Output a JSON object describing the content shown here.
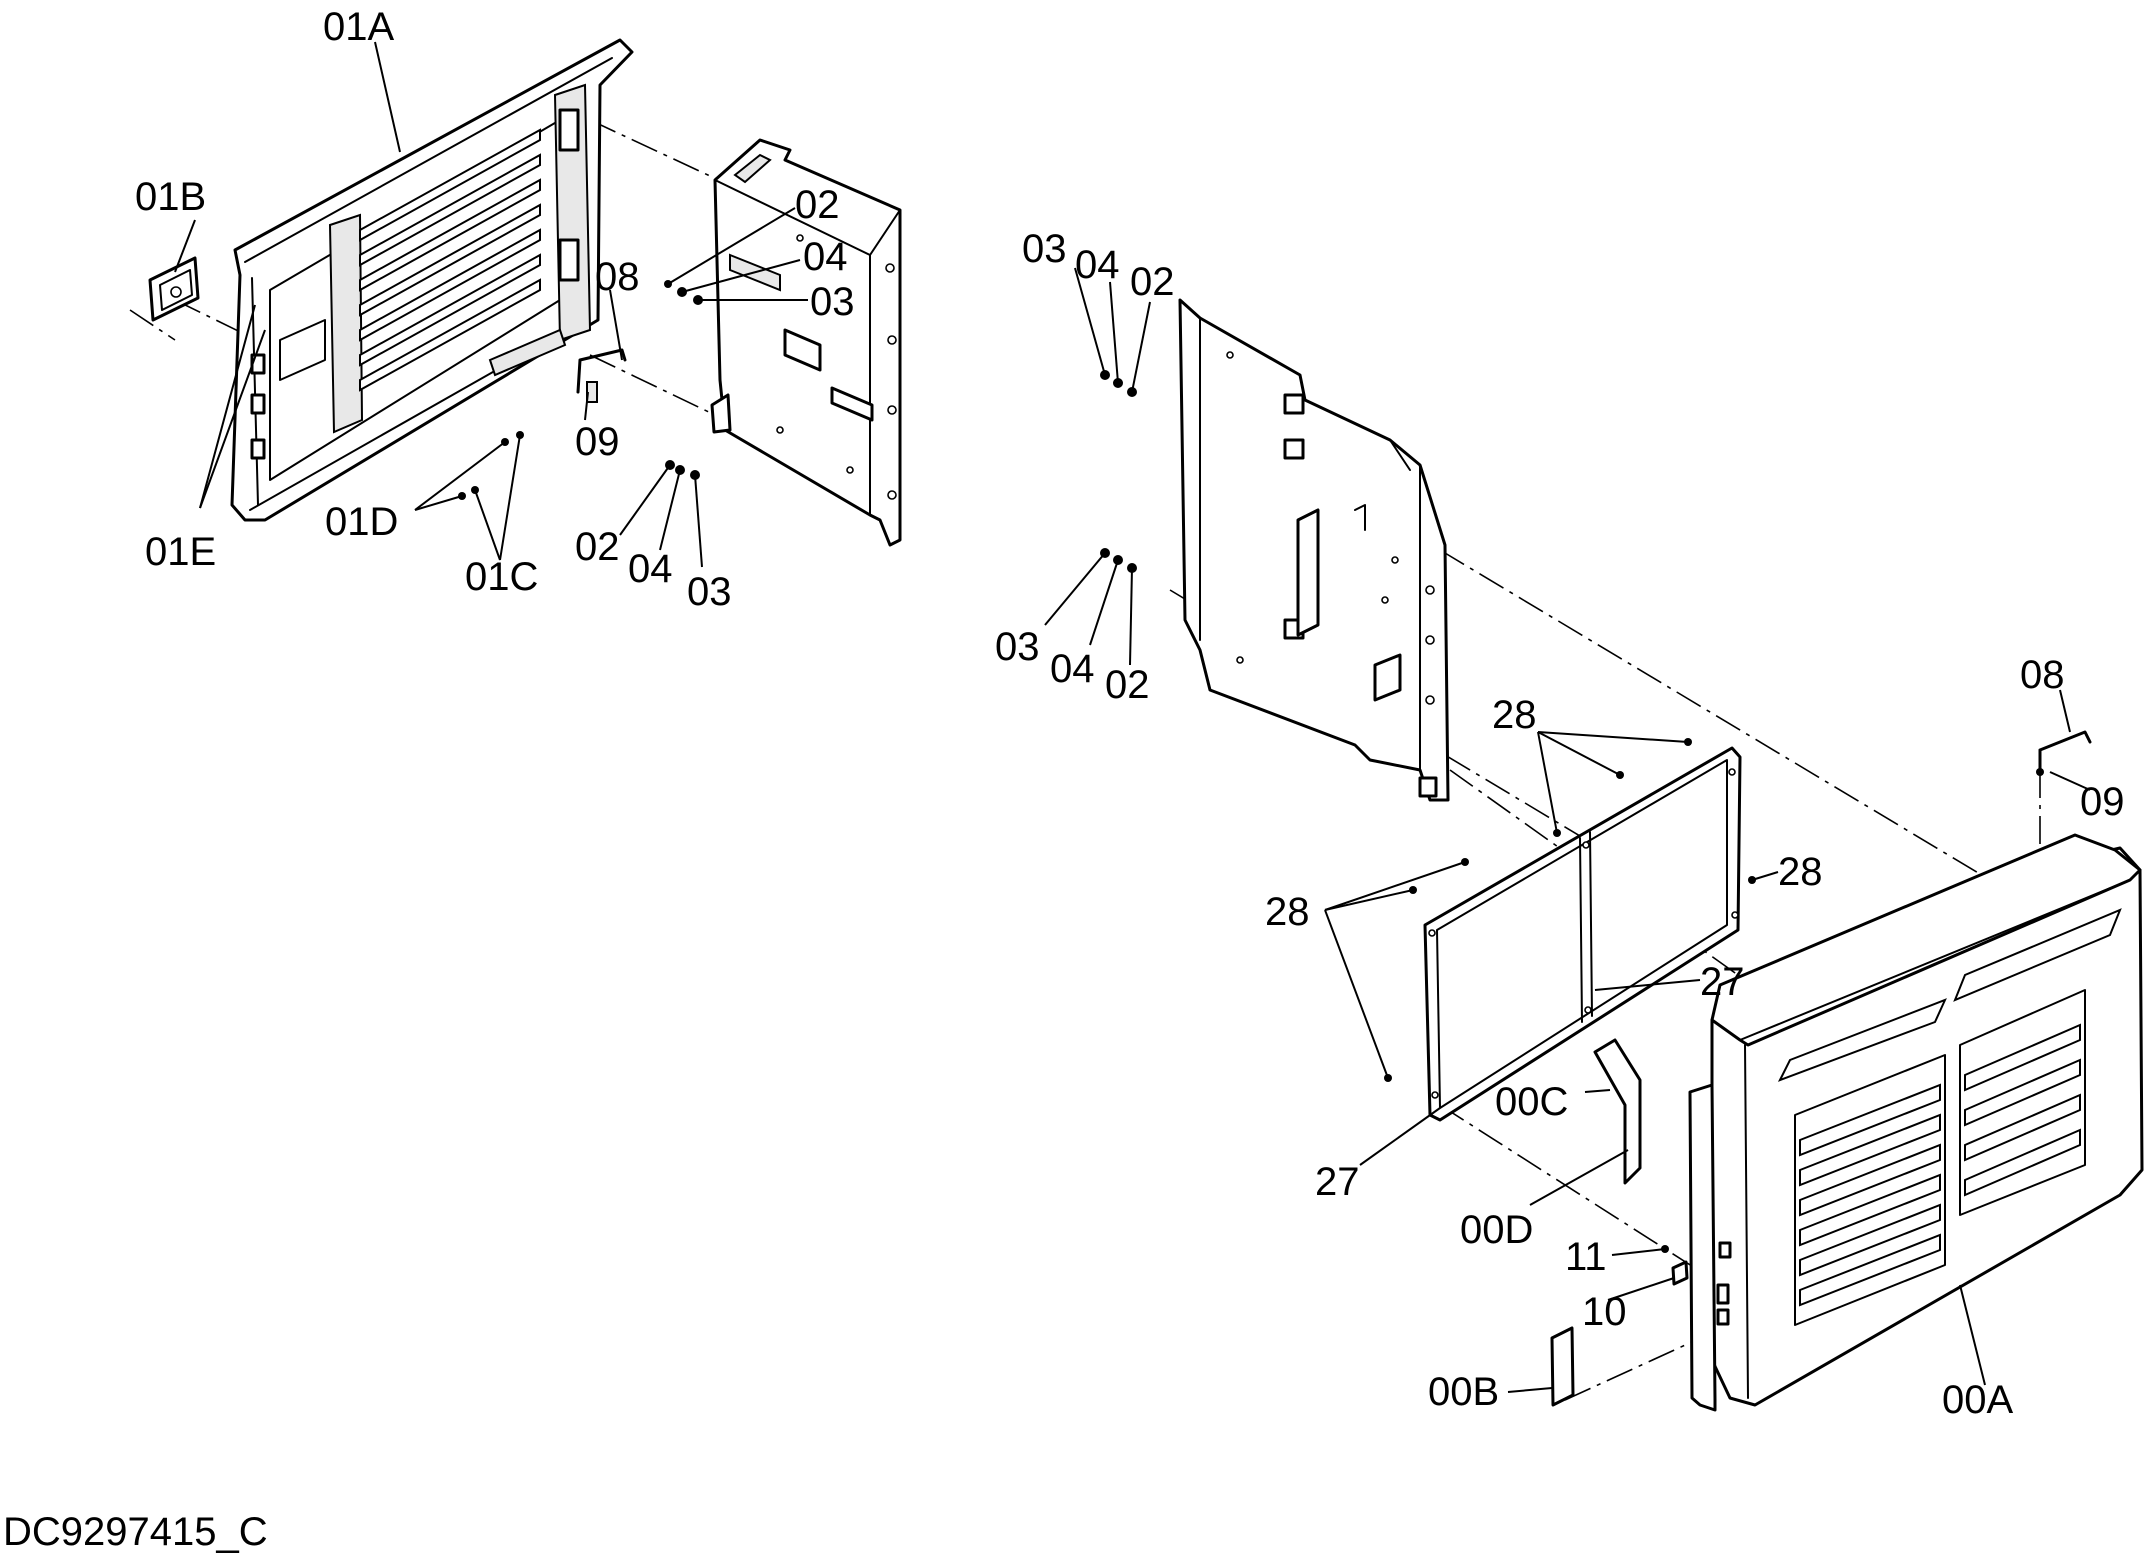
{
  "document_id": "DC9297415_C",
  "callouts": {
    "p01A": "01A",
    "p01B": "01B",
    "p01E": "01E",
    "p01D": "01D",
    "p01C": "01C",
    "p08a": "08",
    "p09a": "09",
    "p02a": "02",
    "p04a": "04",
    "p03a": "03",
    "p02b": "02",
    "p04b": "04",
    "p03b": "03",
    "p03c": "03",
    "p04c": "04",
    "p02c": "02",
    "p03d": "03",
    "p04d": "04",
    "p02d": "02",
    "p28a": "28",
    "p28b": "28",
    "p28c": "28",
    "p27a": "27",
    "p27b": "27",
    "p00C": "00C",
    "p00D": "00D",
    "p11": "11",
    "p10": "10",
    "p00B": "00B",
    "p00A": "00A",
    "p08b": "08",
    "p09b": "09"
  }
}
